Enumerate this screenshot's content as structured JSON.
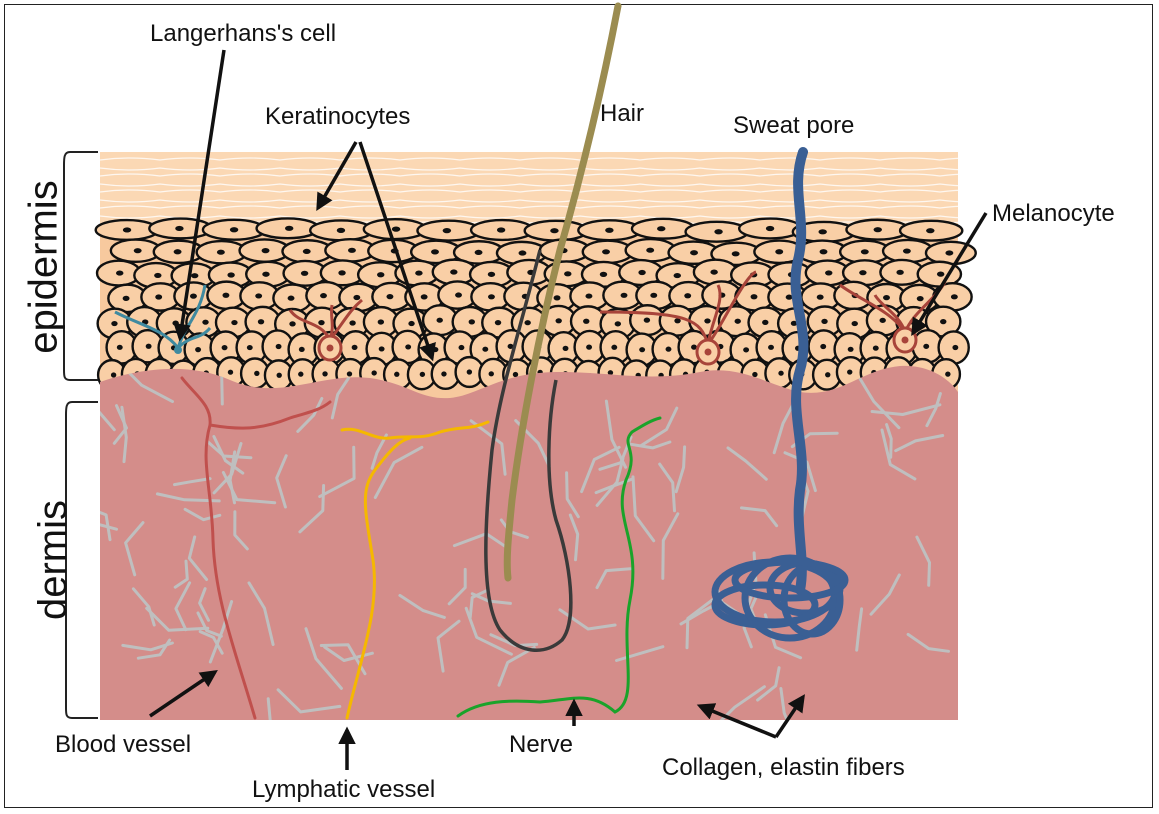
{
  "labels": {
    "langerhans": "Langerhans's cell",
    "keratinocytes": "Keratinocytes",
    "hair": "Hair",
    "sweat_pore": "Sweat pore",
    "melanocyte": "Melanocyte",
    "blood_vessel": "Blood vessel",
    "lymphatic_vessel": "Lymphatic vessel",
    "nerve": "Nerve",
    "collagen": "Collagen, elastin fibers"
  },
  "layers": {
    "epidermis": "epidermis",
    "dermis": "dermis"
  },
  "colors": {
    "stratum_corneum": "#fbd8b4",
    "epidermis_bg": "#f7c99e",
    "dermis": "#d48d8a",
    "collagen": "#bfbfbf",
    "blood_vessel": "#c0504d",
    "lymphatic_vessel": "#f5b800",
    "nerve": "#1aa32a",
    "hair": "#9b8c50",
    "follicle": "#3a3a3a",
    "sweat_gland": "#3a5f94",
    "melanocyte": "#a8443a",
    "langerhans": "#3f8aa0"
  }
}
